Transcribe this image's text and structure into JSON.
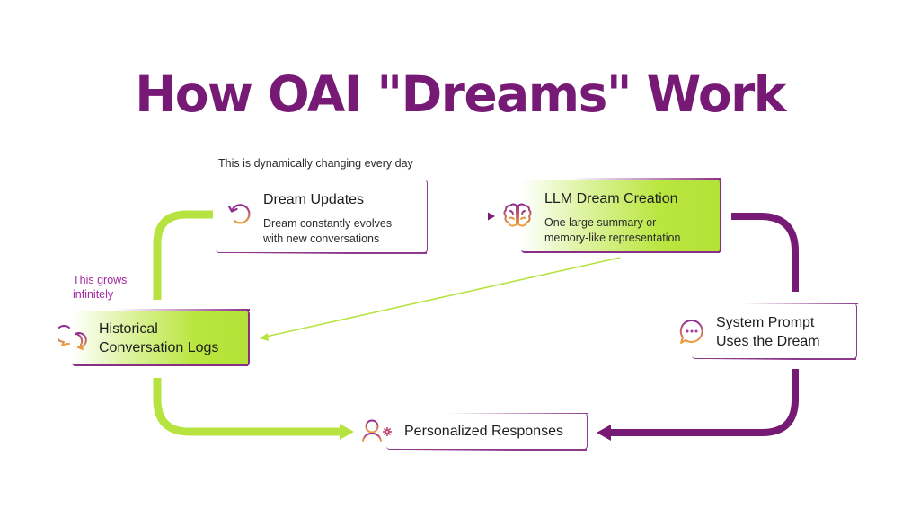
{
  "title": "How OAI \"Dreams\" Work",
  "notes": {
    "top": "This is dynamically changing every day",
    "left": "This grows infinitely"
  },
  "nodes": {
    "dream_updates": {
      "icon": "refresh-icon",
      "title": "Dream Updates",
      "description_line1": "Dream constantly evolves",
      "description_line2": "with new conversations"
    },
    "llm_dream_creation": {
      "icon": "brain-icon",
      "title": "LLM Dream Creation",
      "description_line1": "One large summary or",
      "description_line2": "memory-like representation"
    },
    "historical_logs": {
      "icon": "chat-bubbles-icon",
      "title_line1": "Historical",
      "title_line2": "Conversation Logs"
    },
    "system_prompt": {
      "icon": "chat-dots-icon",
      "title_line1": "System Prompt",
      "title_line2": "Uses the Dream"
    },
    "personalized_responses": {
      "icon": "user-settings-icon",
      "title": "Personalized Responses"
    }
  },
  "edges": [
    {
      "from": "historical_logs",
      "to": "dream_updates",
      "color": "#b6e340"
    },
    {
      "from": "dream_updates",
      "to": "llm_dream_creation",
      "color": "#7a1b78"
    },
    {
      "from": "llm_dream_creation",
      "to": "system_prompt",
      "color": "#761a75"
    },
    {
      "from": "llm_dream_creation",
      "to": "historical_logs",
      "color": "#b6e340"
    },
    {
      "from": "historical_logs",
      "to": "personalized_responses",
      "color": "#b6e340"
    },
    {
      "from": "system_prompt",
      "to": "personalized_responses",
      "color": "#761a75"
    }
  ],
  "colors": {
    "title": "#761a75",
    "purple": "#761a75",
    "lime": "#b6e340",
    "icon_gradient_top": "#8e2a96",
    "icon_gradient_bottom": "#f0a23a",
    "note_pink": "#a32aa0"
  }
}
